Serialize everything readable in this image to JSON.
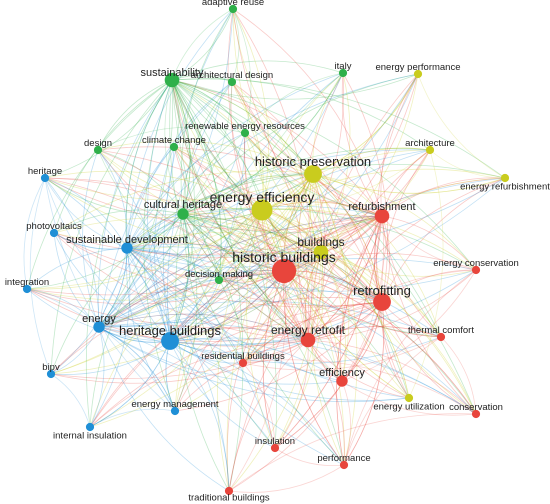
{
  "clusters": {
    "red": "#e8453c",
    "yellow": "#c9cc1e",
    "green": "#2fb04a",
    "blue": "#1f8fd6"
  },
  "nodes": [
    {
      "id": "adaptive-reuse",
      "label": "adaptive reuse",
      "cluster": "green",
      "weight": 1
    },
    {
      "id": "italy",
      "label": "italy",
      "cluster": "green",
      "weight": 1
    },
    {
      "id": "sustainability",
      "label": "sustainability",
      "cluster": "green",
      "weight": 3
    },
    {
      "id": "architectural-design",
      "label": "architectural design",
      "cluster": "green",
      "weight": 1
    },
    {
      "id": "renewable-energy-resources",
      "label": "renewable energy resources",
      "cluster": "green",
      "weight": 1
    },
    {
      "id": "climate-change",
      "label": "climate change",
      "cluster": "green",
      "weight": 1
    },
    {
      "id": "design",
      "label": "design",
      "cluster": "green",
      "weight": 1
    },
    {
      "id": "cultural-heritage",
      "label": "cultural heritage",
      "cluster": "green",
      "weight": 2
    },
    {
      "id": "decision-making",
      "label": "decision making",
      "cluster": "green",
      "weight": 1
    },
    {
      "id": "energy-performance",
      "label": "energy performance",
      "cluster": "yellow",
      "weight": 1
    },
    {
      "id": "architecture",
      "label": "architecture",
      "cluster": "yellow",
      "weight": 1
    },
    {
      "id": "energy-refurbishment",
      "label": "energy refurbishment",
      "cluster": "yellow",
      "weight": 1
    },
    {
      "id": "historic-preservation",
      "label": "historic preservation",
      "cluster": "yellow",
      "weight": 4
    },
    {
      "id": "energy-efficiency",
      "label": "energy efficiency",
      "cluster": "yellow",
      "weight": 5
    },
    {
      "id": "buildings",
      "label": "buildings",
      "cluster": "yellow",
      "weight": 3
    },
    {
      "id": "energy-utilization",
      "label": "energy utilization",
      "cluster": "yellow",
      "weight": 1
    },
    {
      "id": "heritage",
      "label": "heritage",
      "cluster": "blue",
      "weight": 1
    },
    {
      "id": "photovoltaics",
      "label": "photovoltaics",
      "cluster": "blue",
      "weight": 1
    },
    {
      "id": "sustainable-development",
      "label": "sustainable development",
      "cluster": "blue",
      "weight": 2
    },
    {
      "id": "integration",
      "label": "integration",
      "cluster": "blue",
      "weight": 1
    },
    {
      "id": "energy",
      "label": "energy",
      "cluster": "blue",
      "weight": 2
    },
    {
      "id": "heritage-buildings",
      "label": "heritage buildings",
      "cluster": "blue",
      "weight": 4
    },
    {
      "id": "bipv",
      "label": "bipv",
      "cluster": "blue",
      "weight": 1
    },
    {
      "id": "energy-management",
      "label": "energy management",
      "cluster": "blue",
      "weight": 1
    },
    {
      "id": "internal-insulation",
      "label": "internal insulation",
      "cluster": "blue",
      "weight": 1
    },
    {
      "id": "historic-buildings",
      "label": "historic buildings",
      "cluster": "red",
      "weight": 6
    },
    {
      "id": "refurbishment",
      "label": "refurbishment",
      "cluster": "red",
      "weight": 3
    },
    {
      "id": "retrofitting",
      "label": "retrofitting",
      "cluster": "red",
      "weight": 4
    },
    {
      "id": "energy-conservation",
      "label": "energy conservation",
      "cluster": "red",
      "weight": 1
    },
    {
      "id": "energy-retrofit",
      "label": "energy retrofit",
      "cluster": "red",
      "weight": 3
    },
    {
      "id": "thermal-comfort",
      "label": "thermal comfort",
      "cluster": "red",
      "weight": 1
    },
    {
      "id": "residential-buildings",
      "label": "residential buildings",
      "cluster": "red",
      "weight": 1
    },
    {
      "id": "efficiency",
      "label": "efficiency",
      "cluster": "red",
      "weight": 2
    },
    {
      "id": "conservation",
      "label": "conservation",
      "cluster": "red",
      "weight": 1
    },
    {
      "id": "insulation",
      "label": "insulation",
      "cluster": "red",
      "weight": 1
    },
    {
      "id": "performance",
      "label": "performance",
      "cluster": "red",
      "weight": 1
    },
    {
      "id": "traditional-buildings",
      "label": "traditional buildings",
      "cluster": "red",
      "weight": 1
    }
  ]
}
